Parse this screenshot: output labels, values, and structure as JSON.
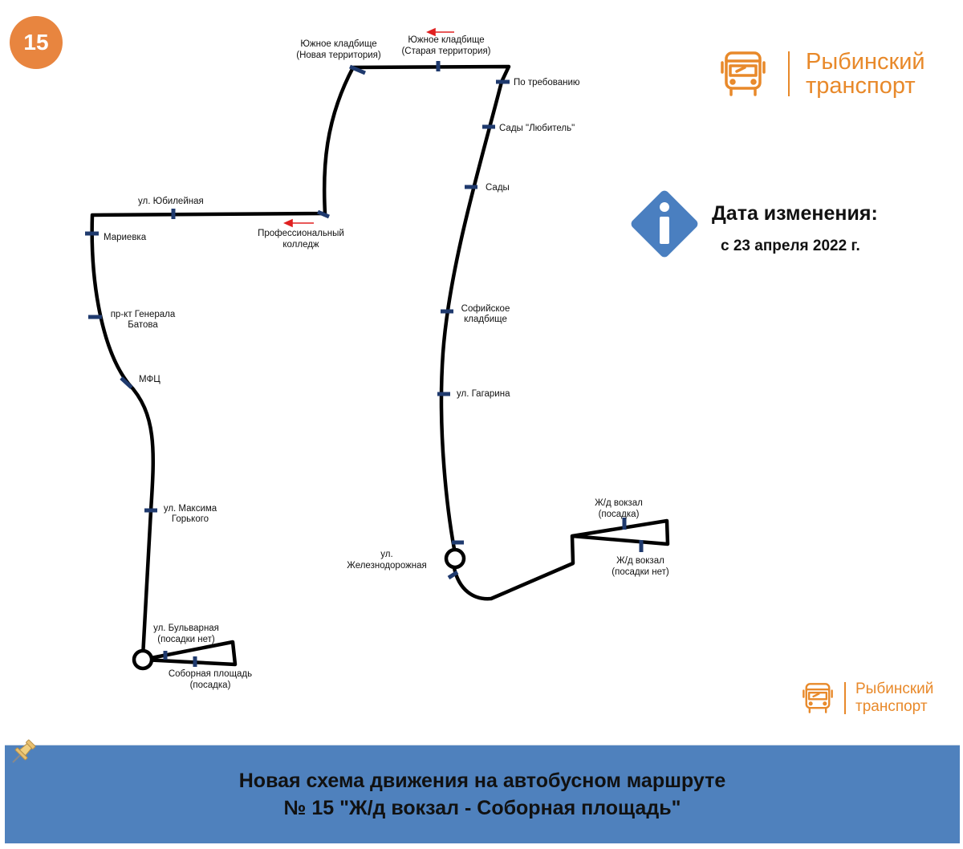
{
  "route_number": "15",
  "logo": {
    "line1": "Рыбинский",
    "line2": "транспорт"
  },
  "info": {
    "title": "Дата изменения:",
    "date": "с 23 апреля 2022 г."
  },
  "banner": {
    "line1": "Новая схема движения на автобусном маршруте",
    "line2": "№ 15 \"Ж/д вокзал - Соборная площадь\""
  },
  "stops": {
    "yuzhnoe_new": [
      "Южное кладбище",
      "(Новая территория)"
    ],
    "yuzhnoe_old": [
      "Южное кладбище",
      "(Старая территория)"
    ],
    "po_trebovaniyu": [
      "По требованию"
    ],
    "sady_lyubitel": [
      "Сады \"Любитель\""
    ],
    "sady": [
      "Сады"
    ],
    "yubileynaya": [
      "ул. Юбилейная"
    ],
    "prof_college": [
      "Профессиональный",
      "колледж"
    ],
    "marievka": [
      "Мариевка"
    ],
    "batova": [
      "пр-кт Генерала",
      "Батова"
    ],
    "mfc": [
      "МФЦ"
    ],
    "sofiyskoe": [
      "Софийское",
      "кладбище"
    ],
    "gagarina": [
      "ул. Гагарина"
    ],
    "gorkogo": [
      "ул. Максима",
      "Горького"
    ],
    "vokzal_posadka": [
      "Ж/д вокзал",
      "(посадка)"
    ],
    "zheleznodorozhnaya": [
      "ул.",
      "Железнодорожная"
    ],
    "vokzal_net": [
      "Ж/д вокзал",
      "(посадки нет)"
    ],
    "bulvarnaya": [
      "ул. Бульварная",
      "(посадки нет)"
    ],
    "sobornaya": [
      "Соборная площадь",
      "(посадка)"
    ]
  },
  "colors": {
    "route_line": "#000000",
    "stop_marker": "#1f3a6e",
    "direction_arrow": "#e02020",
    "badge": "#e8853f",
    "brand": "#e8892a",
    "info_icon": "#4a7fc0",
    "banner": "#4f81bd"
  },
  "icons": {
    "route_badge": "route-number-badge",
    "info": "info-diamond-icon",
    "logo": "bus-icon",
    "pin": "pushpin-icon"
  }
}
